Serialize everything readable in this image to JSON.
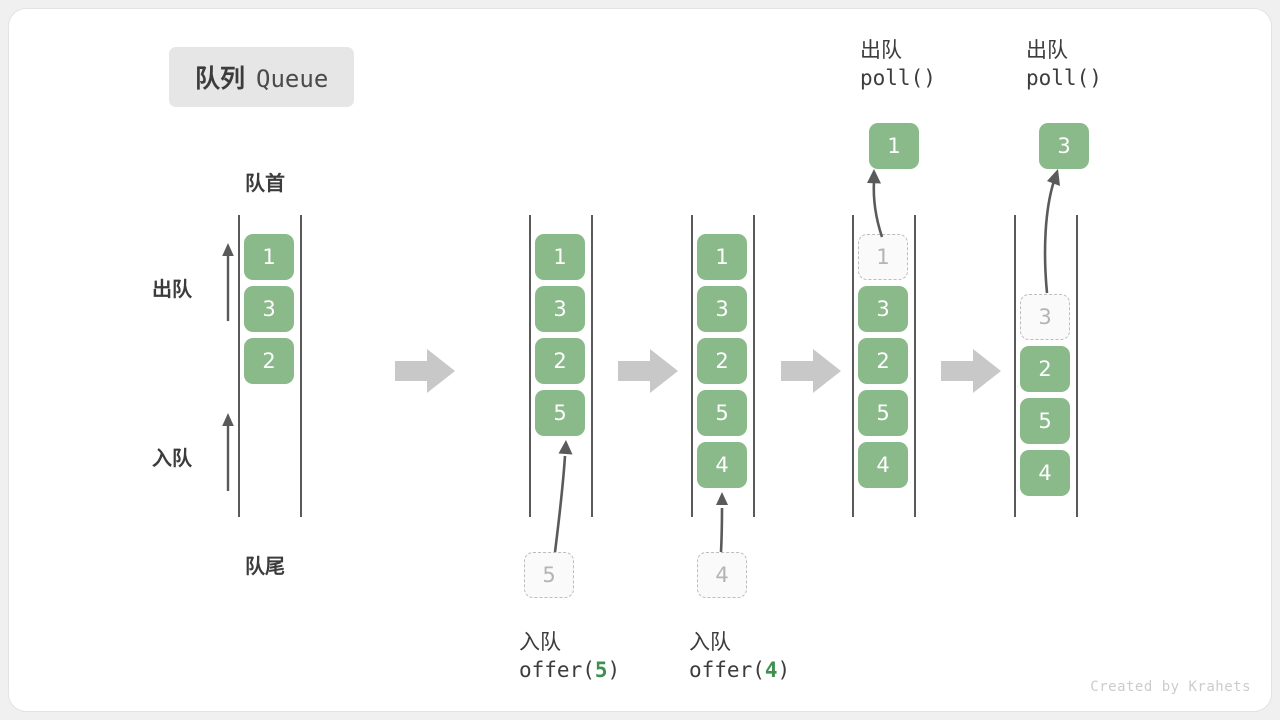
{
  "title": {
    "cn": "队列",
    "en": "Queue"
  },
  "labels": {
    "head": "队首",
    "tail": "队尾",
    "dequeue": "出队",
    "enqueue": "入队"
  },
  "watermark": "Created by Krahets",
  "colors": {
    "cell_fill": "#8ab98a",
    "cell_text": "#ffffff",
    "ghost_border": "#bdbdbd",
    "ghost_text": "#b4b4b4",
    "rail": "#5a5a5a",
    "step_arrow": "#c8c8c8",
    "accent_green": "#3f8f4e",
    "badge_bg": "#e6e6e6",
    "card_bg": "#ffffff",
    "page_bg": "#f0f0f0"
  },
  "columns": [
    {
      "name": "initial-queue",
      "cells": [
        {
          "value": "1",
          "ghost": false
        },
        {
          "value": "3",
          "ghost": false
        },
        {
          "value": "2",
          "ghost": false
        }
      ]
    },
    {
      "name": "after-offer-5",
      "cells": [
        {
          "value": "1",
          "ghost": false
        },
        {
          "value": "3",
          "ghost": false
        },
        {
          "value": "2",
          "ghost": false
        },
        {
          "value": "5",
          "ghost": false
        }
      ]
    },
    {
      "name": "after-offer-4",
      "cells": [
        {
          "value": "1",
          "ghost": false
        },
        {
          "value": "3",
          "ghost": false
        },
        {
          "value": "2",
          "ghost": false
        },
        {
          "value": "5",
          "ghost": false
        },
        {
          "value": "4",
          "ghost": false
        }
      ]
    },
    {
      "name": "after-poll-1",
      "cells": [
        {
          "value": "1",
          "ghost": true
        },
        {
          "value": "3",
          "ghost": false
        },
        {
          "value": "2",
          "ghost": false
        },
        {
          "value": "5",
          "ghost": false
        },
        {
          "value": "4",
          "ghost": false
        }
      ]
    },
    {
      "name": "after-poll-3",
      "cells": [
        {
          "value": "",
          "ghost": false,
          "hidden": true
        },
        {
          "value": "3",
          "ghost": true
        },
        {
          "value": "2",
          "ghost": false
        },
        {
          "value": "5",
          "ghost": false
        },
        {
          "value": "4",
          "ghost": false
        }
      ]
    }
  ],
  "operations": {
    "offer5": {
      "cn": "入队",
      "fn": "offer(",
      "arg": "5",
      "close": ")",
      "incoming": "5"
    },
    "offer4": {
      "cn": "入队",
      "fn": "offer(",
      "arg": "4",
      "close": ")",
      "incoming": "4"
    },
    "poll1": {
      "cn": "出队",
      "fn": "poll()",
      "popped": "1"
    },
    "poll2": {
      "cn": "出队",
      "fn": "poll()",
      "popped": "3"
    }
  }
}
